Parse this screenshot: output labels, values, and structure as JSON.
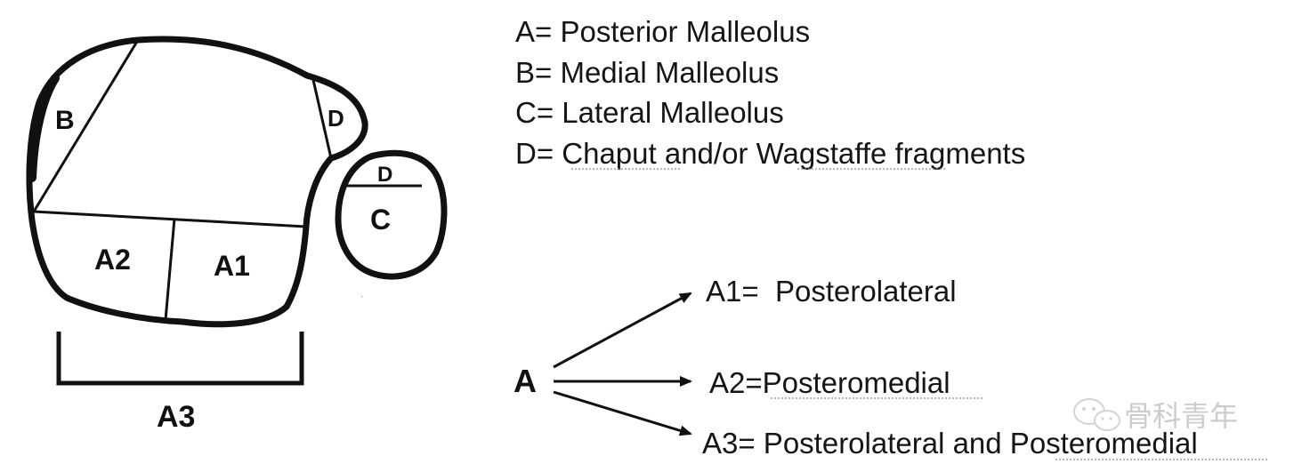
{
  "diagram": {
    "tibia_labels": {
      "b": "B",
      "d": "D",
      "a1": "A1",
      "a2": "A2"
    },
    "fibula_labels": {
      "d": "D",
      "c": "C"
    },
    "bracket_label": "A3",
    "small_mark": "ㆍ"
  },
  "legend": {
    "items": [
      "A= Posterior Malleolus",
      "B= Medial Malleolus",
      "C= Lateral Malleolus",
      "D= Chaput and/or Wagstaffe fragments"
    ]
  },
  "classification": {
    "root": "A",
    "branches": [
      "A1=  Posterolateral",
      "A2=Posteromedial",
      "A3= Posterolateral and Posteromedial"
    ]
  },
  "watermark": {
    "text": "骨科青年"
  }
}
